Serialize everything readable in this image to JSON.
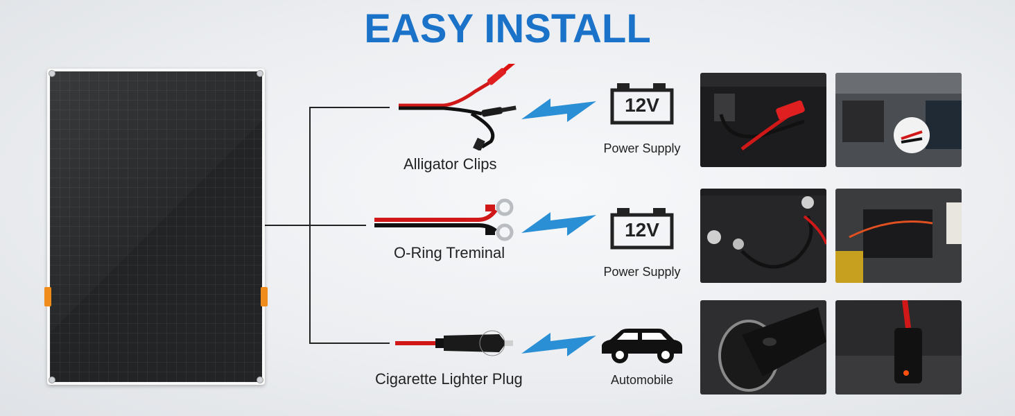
{
  "title": "EASY INSTALL",
  "connectors": [
    {
      "label": "Alligator Clips",
      "target_label": "Power Supply",
      "target_icon": "battery-12v-icon",
      "target_icon_text": "12V"
    },
    {
      "label": "O-Ring Treminal",
      "target_label": "Power Supply",
      "target_icon": "battery-12v-icon",
      "target_icon_text": "12V"
    },
    {
      "label": "Cigarette Lighter Plug",
      "target_label": "Automobile",
      "target_icon": "car-icon"
    }
  ],
  "colors": {
    "title": "#1a73c9",
    "bolt": "#2b8fd6",
    "panel_tab": "#f08c1c",
    "cable_red": "#d01818"
  }
}
